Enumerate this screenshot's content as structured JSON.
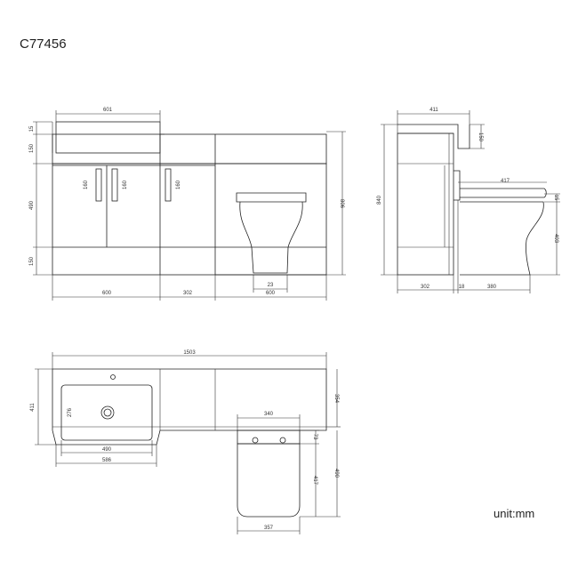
{
  "product_code": "C77456",
  "unit_label": "unit:mm",
  "front_view": {
    "basin_width": "601",
    "counter_thickness": "15",
    "top_band_height": "150",
    "door_height": "490",
    "plinth_height": "150",
    "handle_1": "160",
    "handle_2": "160",
    "handle_3": "160",
    "overall_height": "806",
    "toilet_foot": "23",
    "width_left": "600",
    "width_mid": "302",
    "width_right": "600"
  },
  "side_view": {
    "depth_top": "411",
    "cistern_height": "150",
    "pan_depth": "417",
    "cabinet_height": "840",
    "seat_offset": "15",
    "pan_height": "403",
    "base_left": "302",
    "base_gap": "18",
    "base_right": "380"
  },
  "plan_view": {
    "overall_width": "1503",
    "basin_depth": "411",
    "right_depth": "354",
    "bowl_inner_depth": "276",
    "bowl_inner_width": "490",
    "bowl_outer_width": "586",
    "toilet_top_width": "340",
    "toilet_cistern": "73",
    "toilet_body_depth": "417",
    "toilet_total_depth": "490",
    "toilet_bottom_width": "357"
  },
  "colors": {
    "line": "#222222",
    "background": "#ffffff"
  }
}
